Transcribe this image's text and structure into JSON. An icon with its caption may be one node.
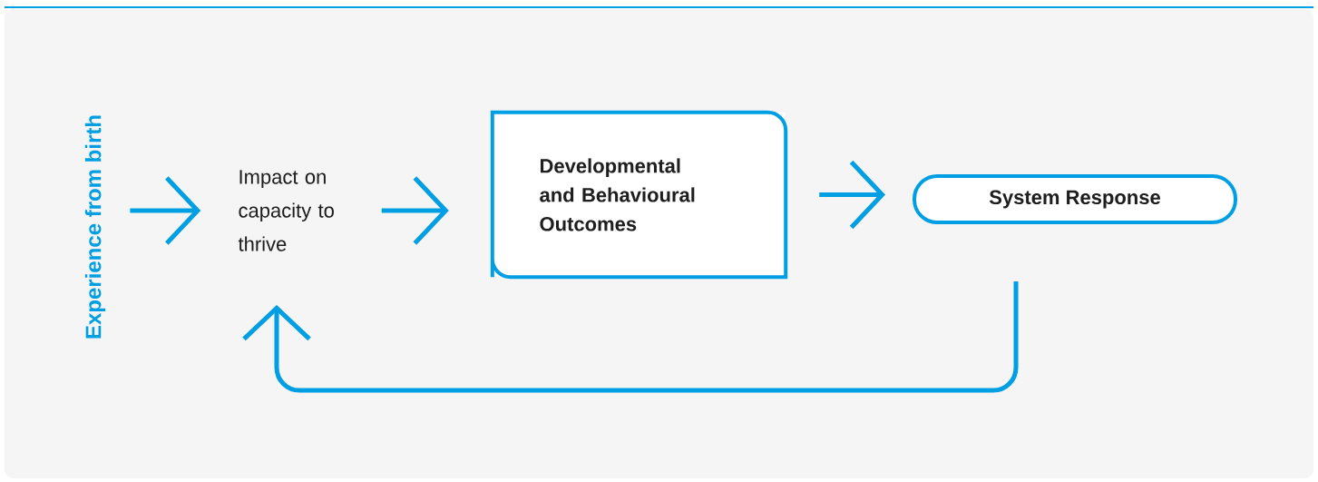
{
  "diagram": {
    "nodes": [
      {
        "text": [
          "Experience from birth"
        ]
      },
      {
        "text": [
          "Impact on capacity to thrive"
        ]
      },
      {
        "text": [
          "Developmental and Behavioural Outcomes"
        ]
      },
      {
        "text": [
          "System Response"
        ]
      }
    ],
    "edges": [
      {
        "from": 0,
        "to": 1,
        "arrow": "to"
      },
      {
        "from": 1,
        "to": 2,
        "arrow": "to"
      },
      {
        "from": 2,
        "to": 3,
        "arrow": "to"
      },
      {
        "from": 3,
        "to": 1,
        "arrow": "to"
      }
    ]
  }
}
